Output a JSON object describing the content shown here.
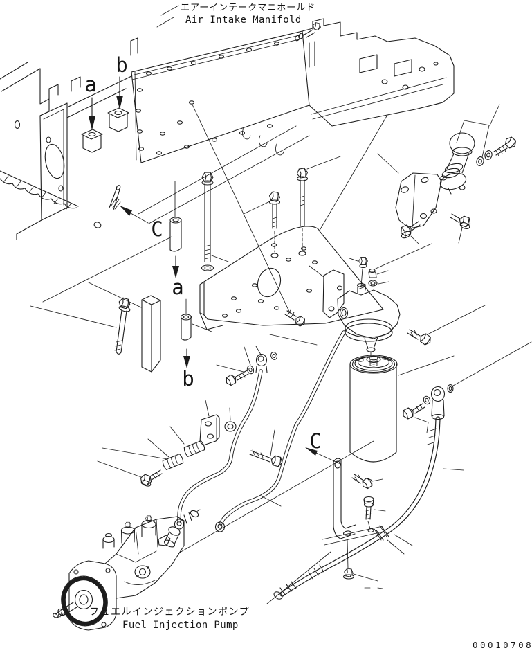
{
  "header": {
    "title_jp": "エアーインテークマニホールド",
    "title_en": "Air Intake Manifold"
  },
  "footer": {
    "label_jp": "フュエルインジェクションポンプ",
    "label_en": "Fuel Injection Pump",
    "drawing_number": "00010708"
  },
  "markers": [
    {
      "label": "a"
    },
    {
      "label": "b"
    },
    {
      "label": "C"
    },
    {
      "label": "a"
    },
    {
      "label": "b"
    },
    {
      "label": "C"
    }
  ],
  "colors": {
    "line": "#1c1c1c",
    "background": "#ffffff"
  }
}
